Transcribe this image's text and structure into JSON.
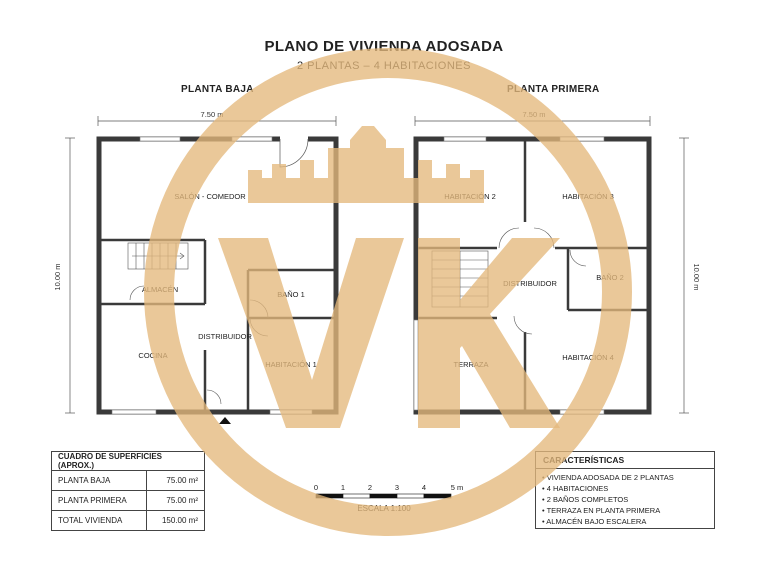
{
  "header": {
    "title": "PLANO DE VIVIENDA ADOSADA",
    "subtitle": "2 PLANTAS – 4 HABITACIONES"
  },
  "ground_floor": {
    "title": "PLANTA BAJA",
    "width_dim": "7.50 m",
    "height_dim": "10.00 m",
    "rooms": {
      "salon": "SALÓN - COMEDOR",
      "almacen": "ALMACÉN",
      "bano1": "BAÑO 1",
      "distribuidor": "DISTRIBUIDOR",
      "cocina": "COCINA",
      "habitacion1": "HABITACIÓN 1"
    }
  },
  "first_floor": {
    "title": "PLANTA PRIMERA",
    "width_dim": "7.50 m",
    "height_dim": "10.00 m",
    "rooms": {
      "habitacion2": "HABITACIÓN 2",
      "habitacion3": "HABITACIÓN 3",
      "distribuidor": "DISTRIBUIDOR",
      "bano2": "BAÑO 2",
      "terraza": "TERRAZA",
      "habitacion4": "HABITACIÓN 4"
    }
  },
  "areas": {
    "title": "CUADRO DE SUPERFICIES (APROX.)",
    "rows": [
      {
        "label": "PLANTA BAJA",
        "value": "75.00 m²"
      },
      {
        "label": "PLANTA PRIMERA",
        "value": "75.00 m²"
      },
      {
        "label": "TOTAL VIVIENDA",
        "value": "150.00 m²"
      }
    ]
  },
  "scale_bar": {
    "ticks": [
      "0",
      "1",
      "2",
      "3",
      "4",
      "5 m"
    ],
    "label": "ESCALA 1:100"
  },
  "features": {
    "title": "CARACTERÍSTICAS",
    "items": [
      "VIVIENDA ADOSADA DE 2 PLANTAS",
      "4 HABITACIONES",
      "2 BAÑOS COMPLETOS",
      "TERRAZA EN PLANTA PRIMERA",
      "ALMACÉN BAJO ESCALERA"
    ]
  },
  "watermark": {
    "description_icon": "vk-crown-logo-icon",
    "color": "#e8c08a"
  },
  "colors": {
    "wall": "#3a3a3a",
    "watermark": "#e4b87c"
  }
}
